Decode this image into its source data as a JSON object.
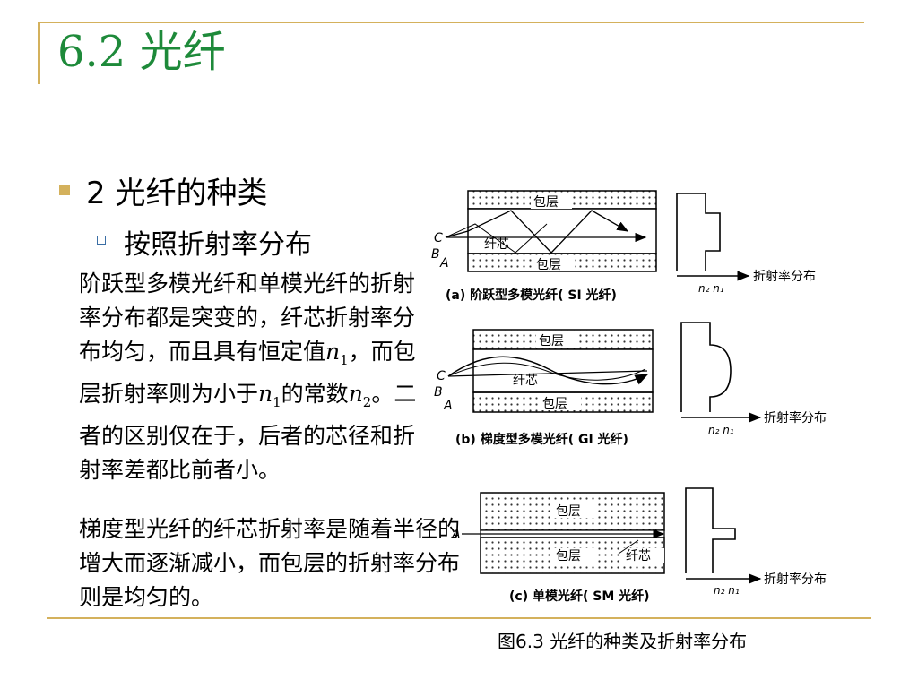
{
  "slide": {
    "title": "6.2 光纤",
    "heading": "2 光纤的种类",
    "subheading": "按照折射率分布",
    "para1": {
      "text_a": "阶跃型多模光纤和单模光纤的折射率分布都是突变的，纤芯折射率分布均匀，而且具有恒定值",
      "n1_letter": "n",
      "n1_sub": "1",
      "text_b": "，而包层折射率则为小于",
      "n1b_letter": "n",
      "n1b_sub": "1",
      "text_c": "的常数",
      "n2_letter": "n",
      "n2_sub": "2",
      "text_d": "。二者的区别仅在于，后者的芯径和折射率差都比前者小。"
    },
    "para2": "梯度型光纤的纤芯折射率是随着半径的增大而逐渐减小，而包层的折射率分布则是均匀的。",
    "caption": "图6.3 光纤的种类及折射率分布"
  },
  "figure": {
    "cladding_label": "包层",
    "core_label": "纤芯",
    "ray_c": "C",
    "ray_b": "B",
    "ray_a": "A",
    "n2n1": "n₂ n₁",
    "axis_label": "折射率分布",
    "panel_a": "(a) 阶跃型多模光纤( SI 光纤)",
    "panel_b": "(b) 梯度型多模光纤( GI 光纤)",
    "panel_c": "(c) 单模光纤( SM 光纤)"
  },
  "colors": {
    "title_green": "#1e8a3a",
    "accent_gold": "#d4b15c",
    "bullet_blue": "#3a6ea5"
  }
}
